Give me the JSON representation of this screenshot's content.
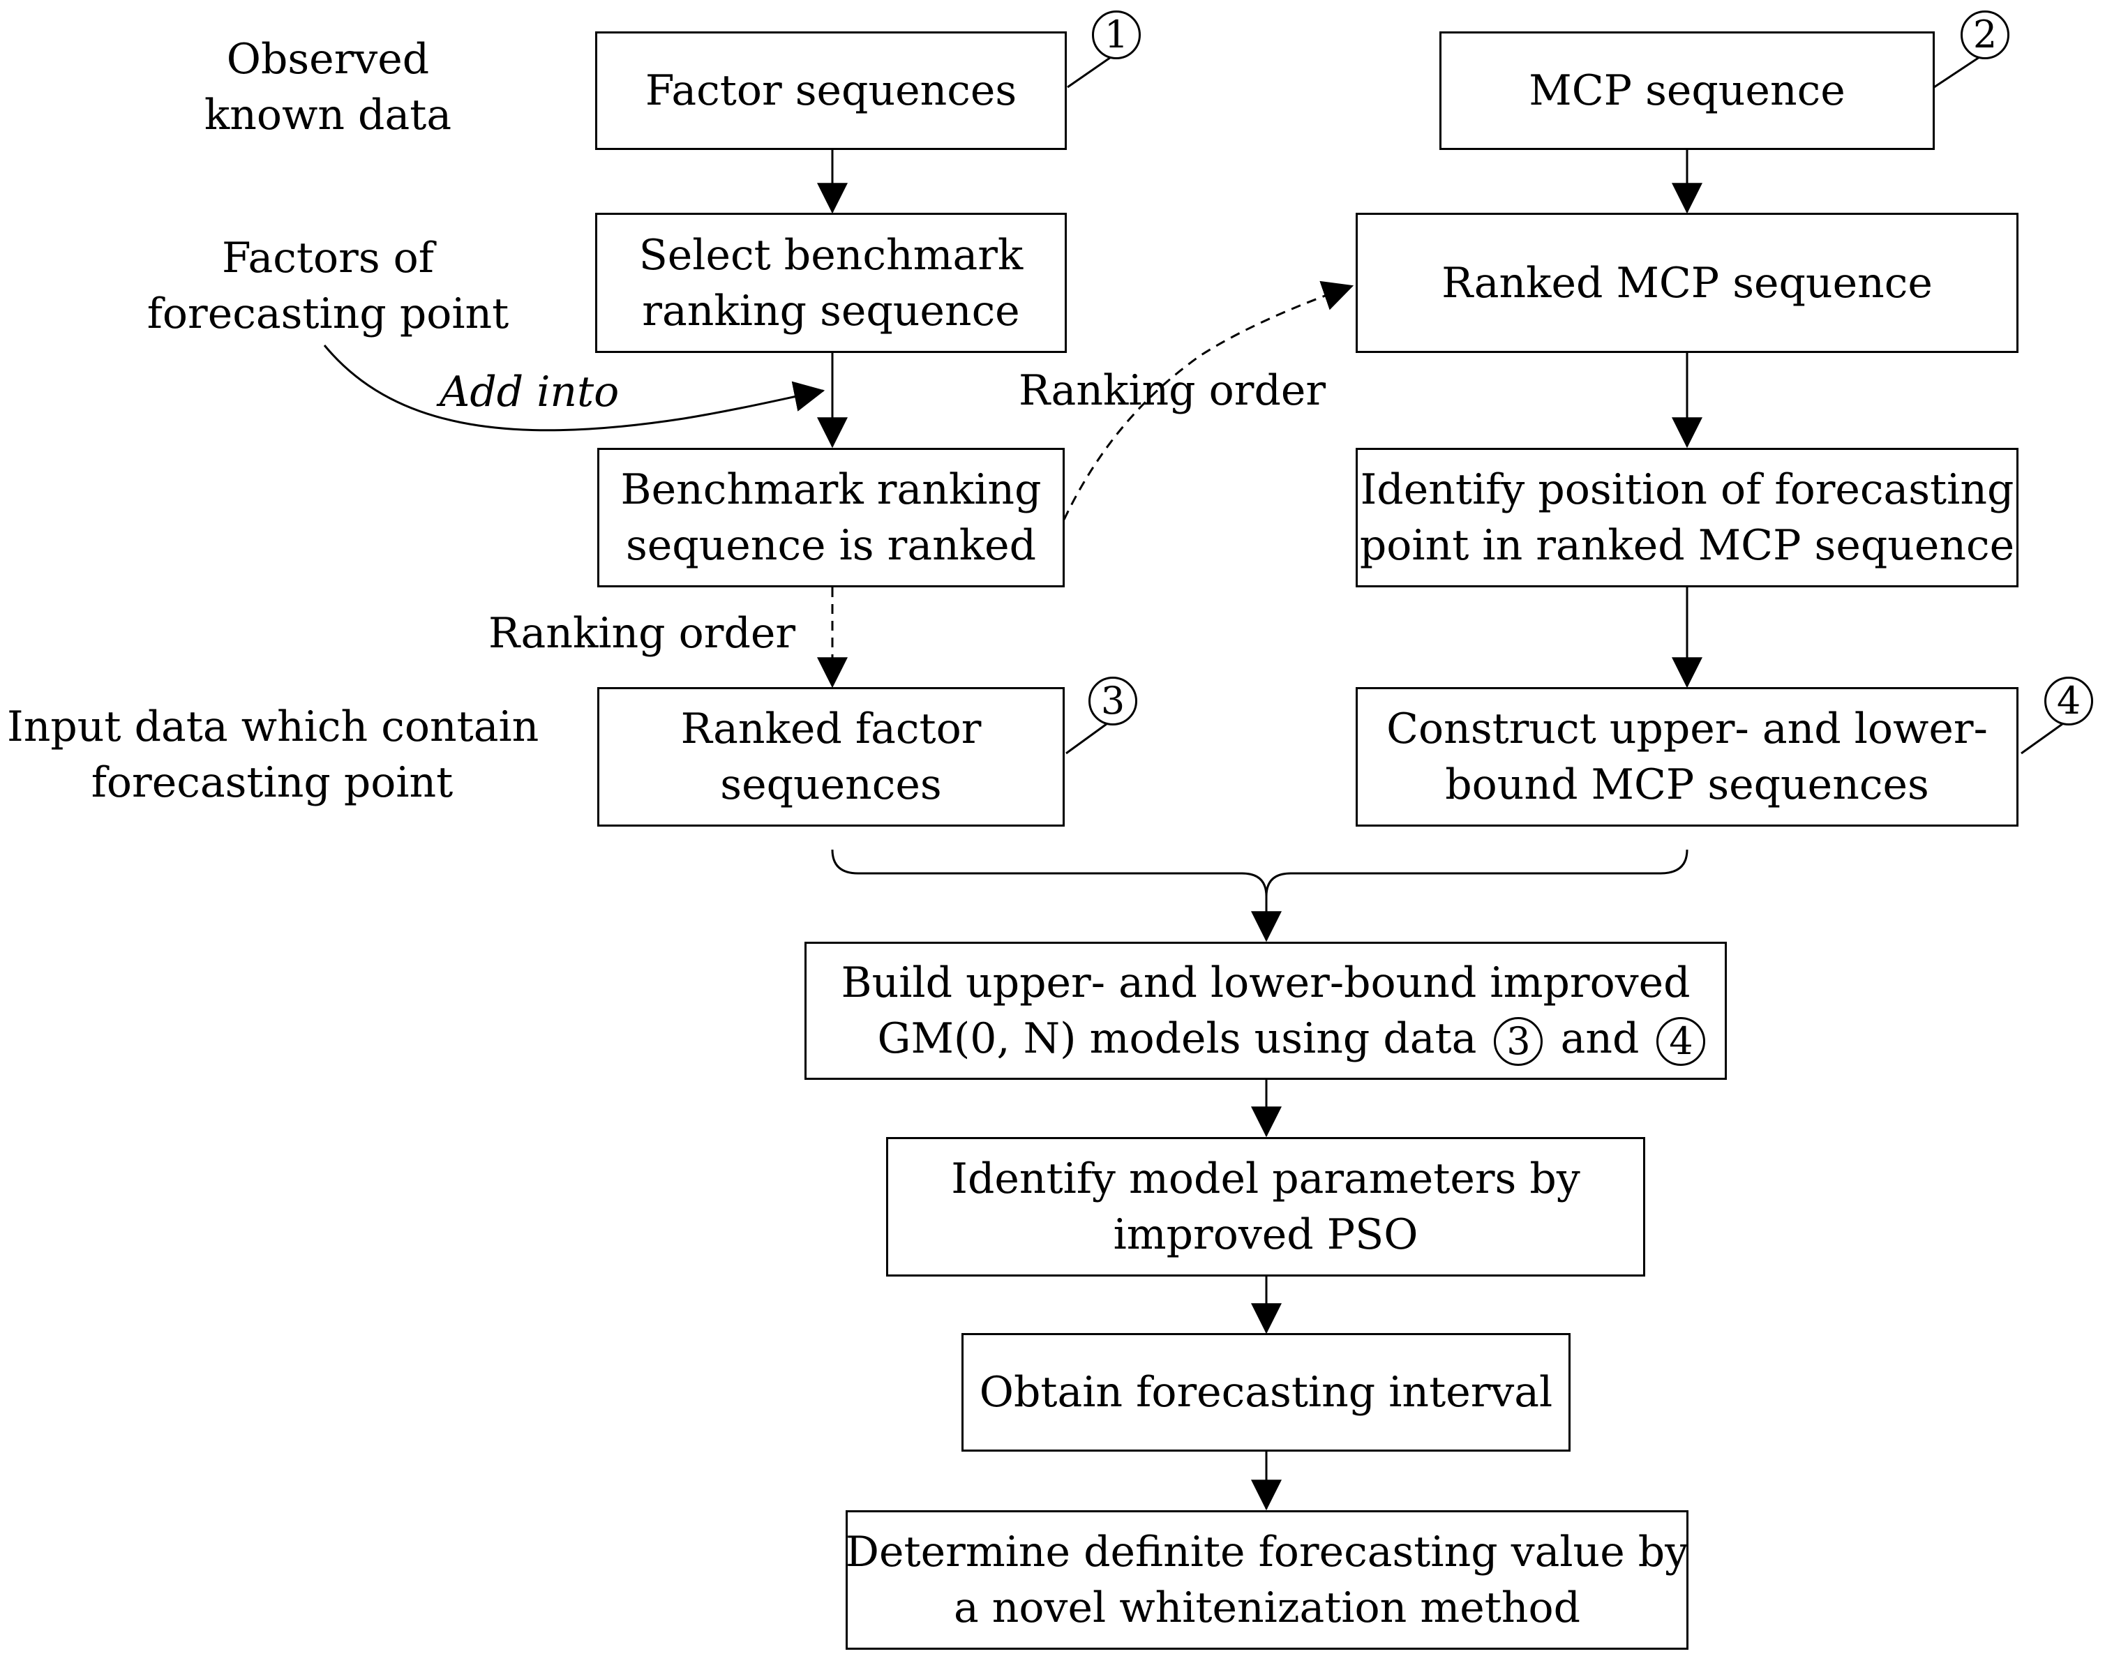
{
  "labels": {
    "observed_known_data": [
      "Observed",
      "known  data"
    ],
    "factors_of_forecasting_point": [
      "Factors of",
      "forecasting point"
    ],
    "add_into": "Add into",
    "ranking_order_right": "Ranking order",
    "ranking_order_left": "Ranking order",
    "input_data": [
      "Input data which contain",
      "forecasting point"
    ]
  },
  "boxes": {
    "factor_sequences": [
      "Factor sequences"
    ],
    "select_benchmark": [
      "Select benchmark",
      "ranking sequence"
    ],
    "benchmark_ranked": [
      "Benchmark ranking",
      "sequence is ranked"
    ],
    "ranked_factor": [
      "Ranked factor",
      "sequences"
    ],
    "mcp_sequence": [
      "MCP sequence"
    ],
    "ranked_mcp": [
      "Ranked MCP sequence"
    ],
    "identify_position": [
      "Identify position of forecasting",
      "point in ranked MCP sequence"
    ],
    "construct_bounds": [
      "Construct upper- and lower-",
      "bound MCP sequences"
    ],
    "build_models": {
      "line1": "Build upper- and lower-bound  improved",
      "line2_text": "GM(0, N) models using data",
      "circle_a": "3",
      "and_text": "and",
      "circle_b": "4"
    },
    "identify_params": [
      "Identify model parameters by",
      "improved PSO"
    ],
    "obtain_interval": [
      "Obtain forecasting interval"
    ],
    "determine_value": [
      "Determine definite forecasting value by",
      "a novel whitenization method"
    ]
  },
  "markers": {
    "m1": "1",
    "m2": "2",
    "m3": "3",
    "m4": "4"
  }
}
